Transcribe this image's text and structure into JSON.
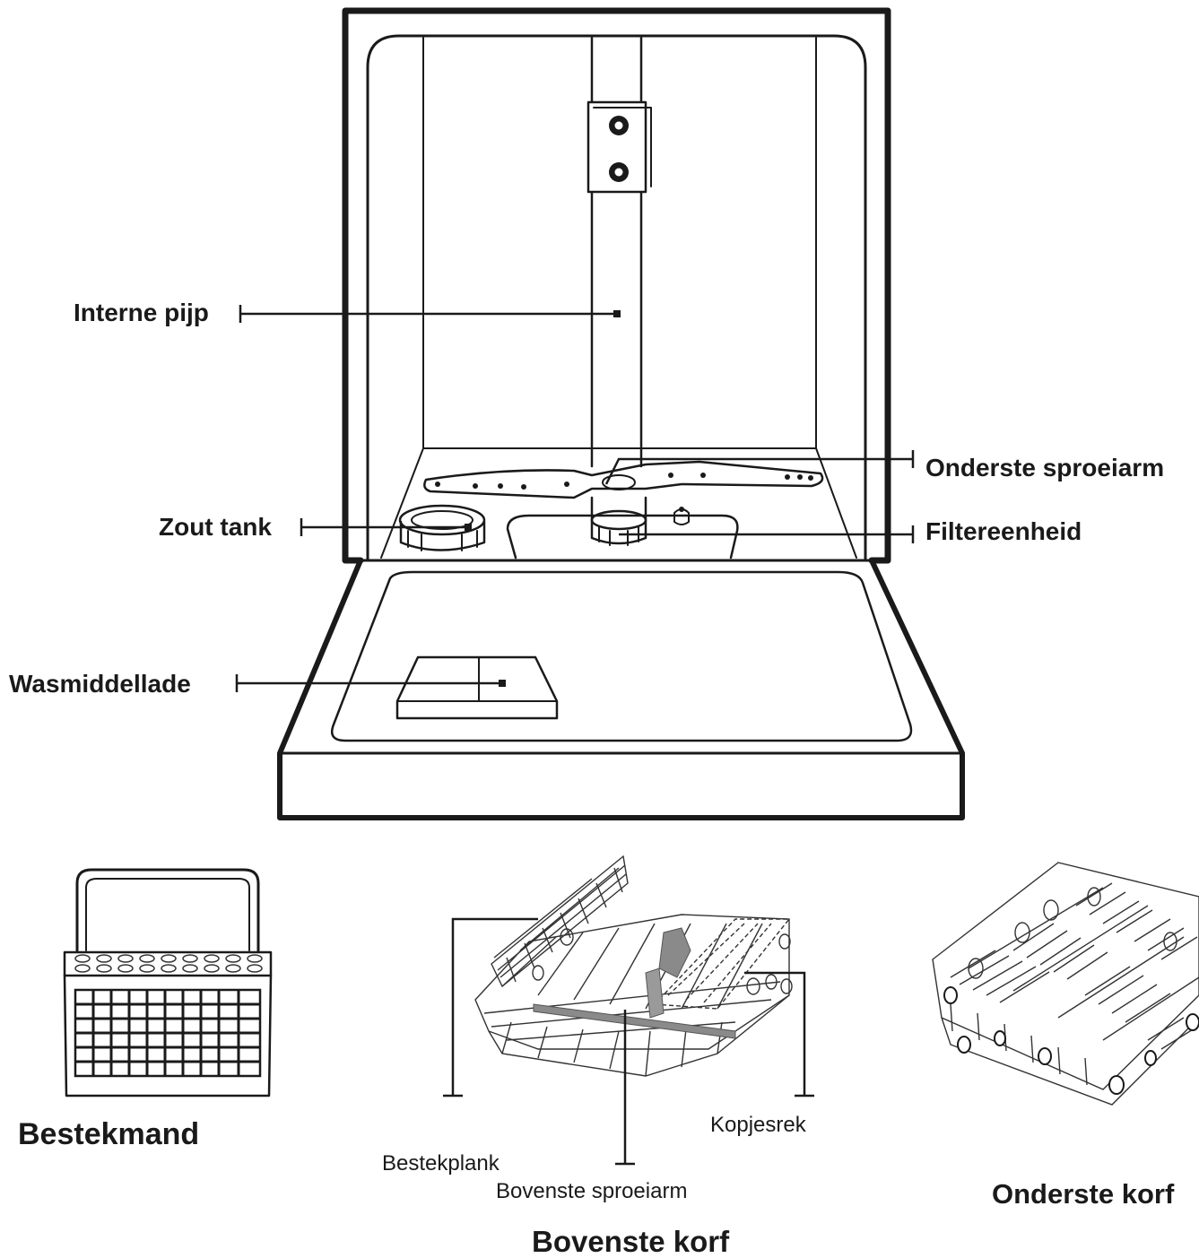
{
  "labels": {
    "internal_pipe": "Interne pijp",
    "lower_spray_arm": "Onderste sproeiarm",
    "salt_tank": "Zout tank",
    "filter_unit": "Filtereenheid",
    "detergent_drawer": "Wasmiddellade",
    "cutlery_basket": "Bestekmand",
    "cutlery_shelf": "Bestekplank",
    "upper_spray_arm": "Bovenste sproeiarm",
    "cup_rack": "Kopjesrek",
    "upper_basket": "Bovenste korf",
    "lower_basket": "Onderste korf"
  },
  "colors": {
    "line": "#1a1a1a",
    "background": "#ffffff"
  }
}
